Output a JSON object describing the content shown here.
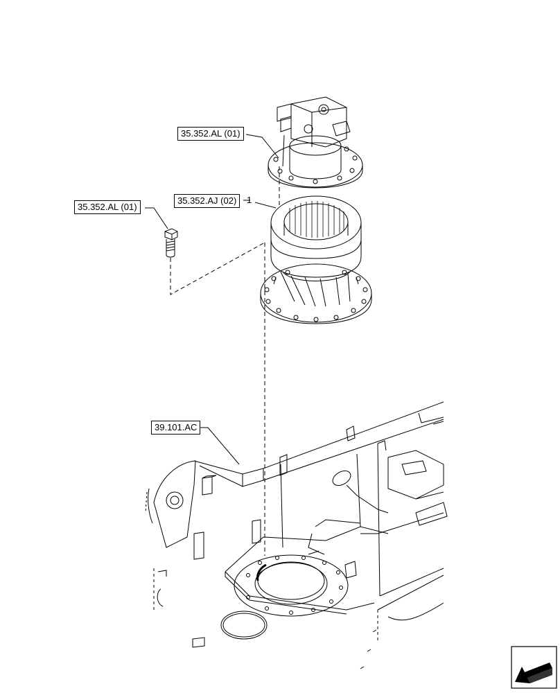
{
  "references": {
    "swing_motor": "35.352.AL (01)",
    "bolt": "35.352.AL (01)",
    "reduction_gear": "35.352.AJ (02)",
    "frame": "39.101.AC"
  },
  "item_number": "1",
  "icons": {
    "next_page": "next-arrow-icon"
  }
}
